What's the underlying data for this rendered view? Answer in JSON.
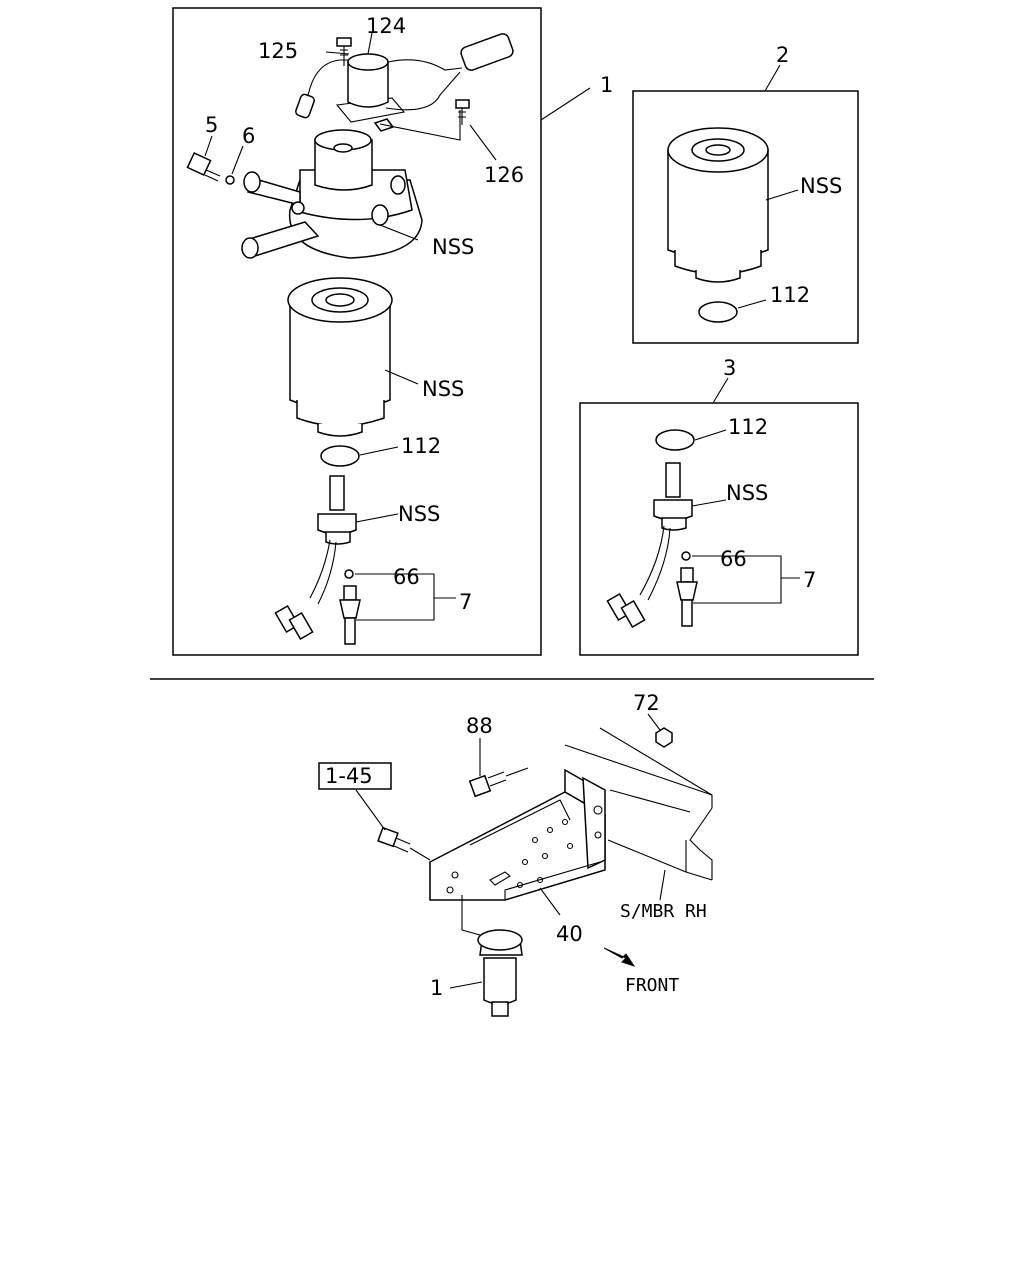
{
  "labels": {
    "upper_left": {
      "assembly": "1",
      "sensor_switch": "124",
      "screw_left": "125",
      "screw_right": "126",
      "bolt": "5",
      "washer": "6",
      "head_nss": "NSS",
      "cartridge_nss": "NSS",
      "oring": "112",
      "sensor_nss": "NSS",
      "small_oring": "66",
      "drain_plug_group": "7"
    },
    "upper_right_2": {
      "assembly": "2",
      "cartridge_nss": "NSS",
      "oring": "112"
    },
    "upper_right_3": {
      "assembly": "3",
      "oring": "112",
      "sensor_nss": "NSS",
      "small_oring": "66",
      "drain_plug_group": "7"
    },
    "lower": {
      "bolt_88": "88",
      "nut_72": "72",
      "ref_1_45": "1-45",
      "bracket_40": "40",
      "frame": "S/MBR RH",
      "direction": "FRONT",
      "filter_1": "1"
    }
  }
}
